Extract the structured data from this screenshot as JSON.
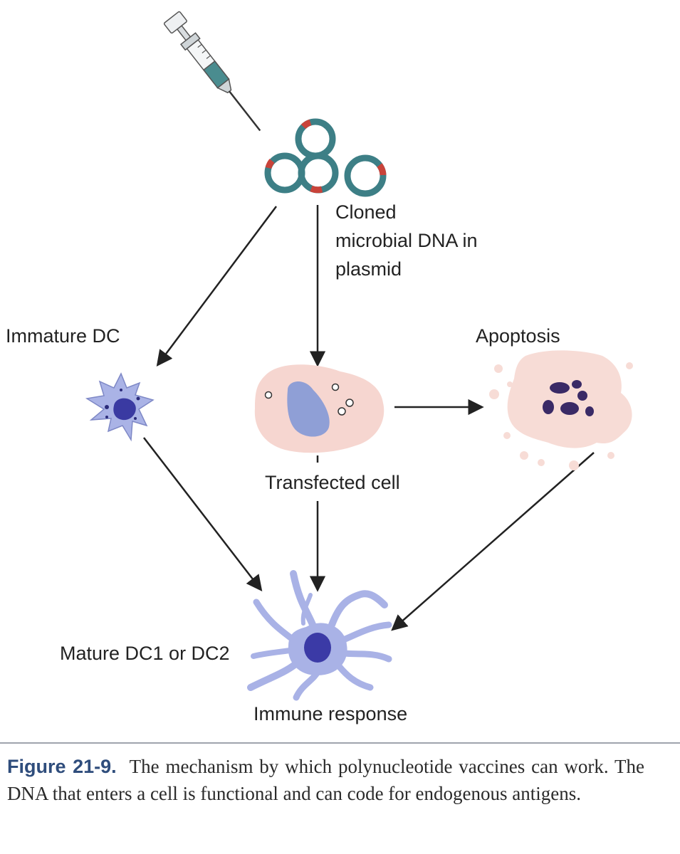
{
  "diagram": {
    "labels": {
      "plasmid": [
        "Cloned",
        "microbial DNA in",
        "plasmid"
      ],
      "immature_dc": "Immature DC",
      "apoptosis": "Apoptosis",
      "transfected_cell": "Transfected cell",
      "mature_dc": "Mature DC1 or DC2",
      "immune_response": "Immune response"
    },
    "colors": {
      "plasmid_ring": "#3d7f86",
      "plasmid_insert": "#c9433a",
      "transfected_cytoplasm": "#f6d6d0",
      "transfected_nucleus": "#8f9fd6",
      "apoptotic_body": "#f7dcd6",
      "apoptotic_fragments": "#3a2a66",
      "dc_body": "#a9b2e6",
      "dc_nucleus": "#3b3aa6",
      "arrow": "#222222"
    },
    "icons": [
      "syringe-icon",
      "plasmid-icon",
      "immature-dc-icon",
      "transfected-cell-icon",
      "apoptotic-cell-icon",
      "mature-dc-icon"
    ]
  },
  "caption": {
    "figure_number": "Figure 21-9.",
    "text": "The mechanism by which polynucleotide vaccines can work. The DNA that enters a cell is functional and can code for endogenous antigens."
  }
}
